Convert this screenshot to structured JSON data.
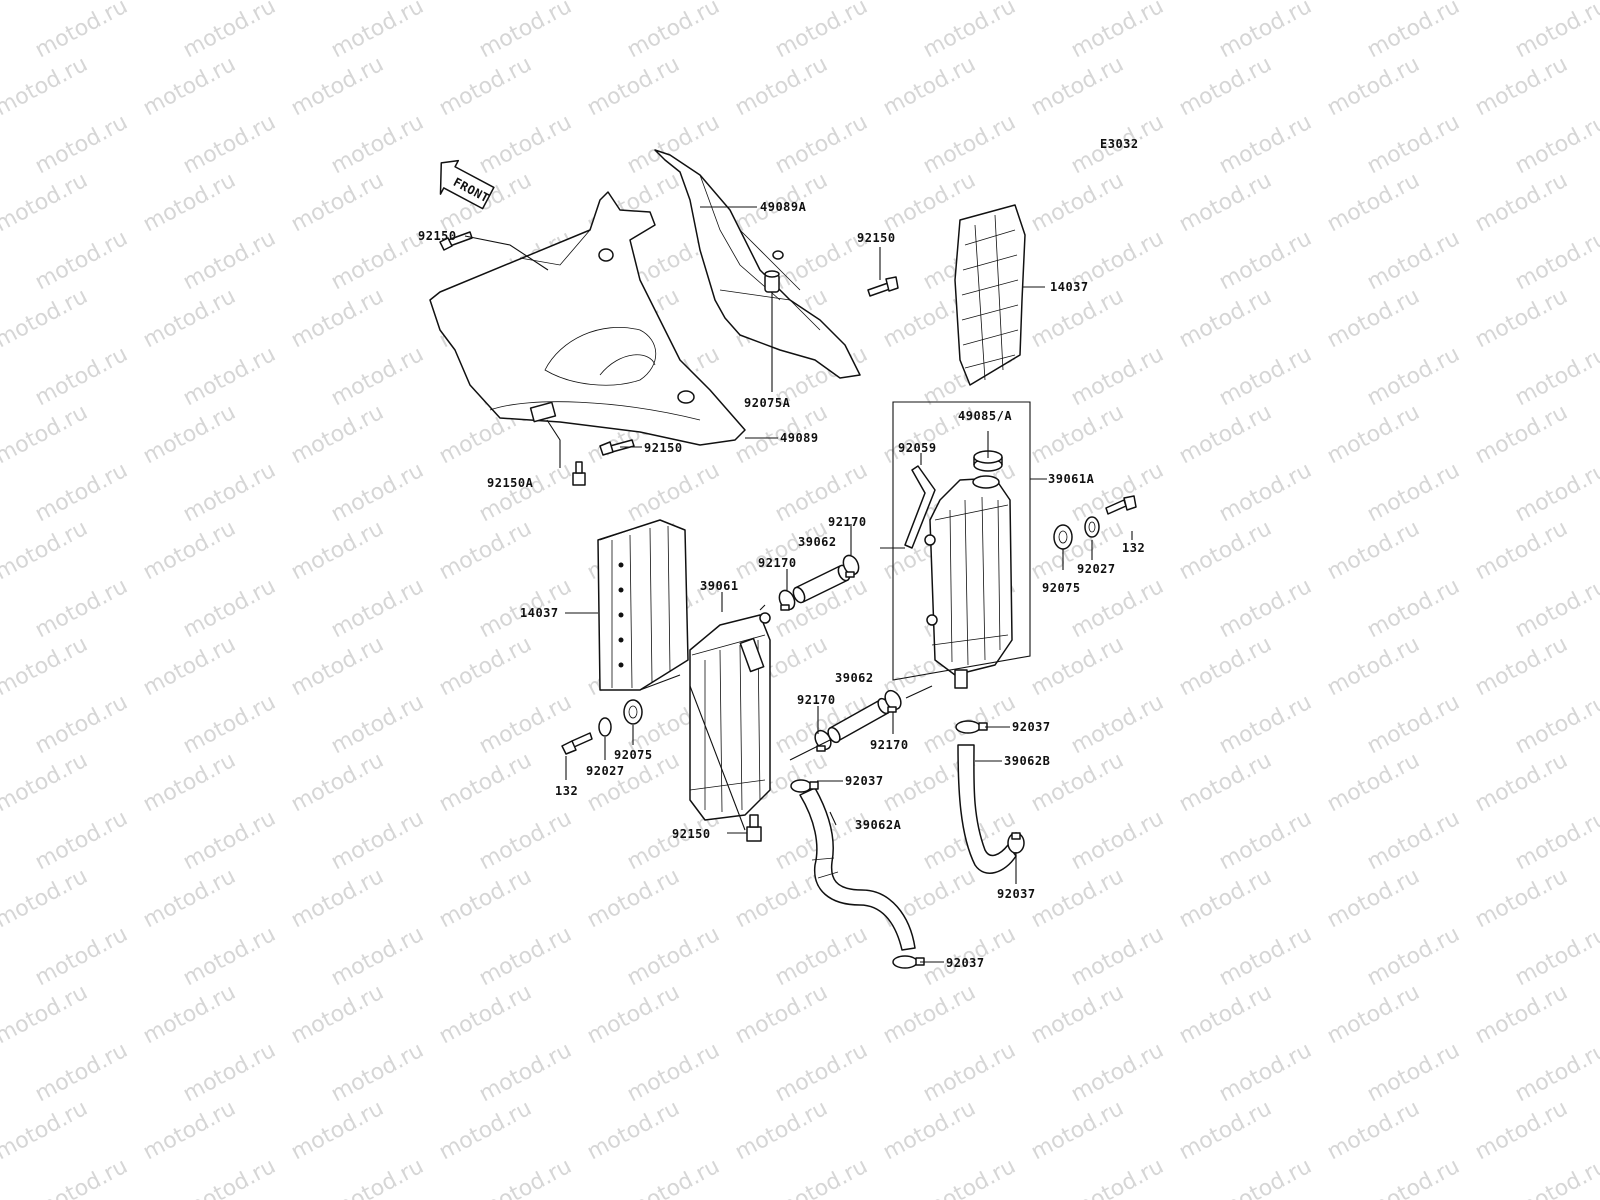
{
  "diagram": {
    "code": "E3032",
    "front_label": "FRONT",
    "watermark_text": "motod.ru",
    "colors": {
      "ink": "#111111",
      "watermark": "#d6d6d6",
      "background": "#ffffff"
    }
  },
  "callouts": [
    {
      "id": "49089A",
      "text": "49089A"
    },
    {
      "id": "92150-top-left",
      "text": "92150"
    },
    {
      "id": "92150-top-right",
      "text": "92150"
    },
    {
      "id": "14037-top",
      "text": "14037"
    },
    {
      "id": "92075A",
      "text": "92075A"
    },
    {
      "id": "49089",
      "text": "49089"
    },
    {
      "id": "92150-mid",
      "text": "92150"
    },
    {
      "id": "92150A",
      "text": "92150A"
    },
    {
      "id": "49085A",
      "text": "49085/A"
    },
    {
      "id": "92059",
      "text": "92059"
    },
    {
      "id": "39061A",
      "text": "39061A"
    },
    {
      "id": "92170-a",
      "text": "92170"
    },
    {
      "id": "39062-a",
      "text": "39062"
    },
    {
      "id": "92170-b",
      "text": "92170"
    },
    {
      "id": "132-right",
      "text": "132"
    },
    {
      "id": "92027-right",
      "text": "92027"
    },
    {
      "id": "92075-right",
      "text": "92075"
    },
    {
      "id": "39061",
      "text": "39061"
    },
    {
      "id": "14037-left",
      "text": "14037"
    },
    {
      "id": "39062-b",
      "text": "39062"
    },
    {
      "id": "92170-c",
      "text": "92170"
    },
    {
      "id": "92170-d",
      "text": "92170"
    },
    {
      "id": "92037-a",
      "text": "92037"
    },
    {
      "id": "39062B",
      "text": "39062B"
    },
    {
      "id": "92075-left",
      "text": "92075"
    },
    {
      "id": "92027-left",
      "text": "92027"
    },
    {
      "id": "132-left",
      "text": "132"
    },
    {
      "id": "92037-b",
      "text": "92037"
    },
    {
      "id": "39062A",
      "text": "39062A"
    },
    {
      "id": "92150-bottom",
      "text": "92150"
    },
    {
      "id": "92037-c",
      "text": "92037"
    },
    {
      "id": "92037-d",
      "text": "92037"
    }
  ]
}
